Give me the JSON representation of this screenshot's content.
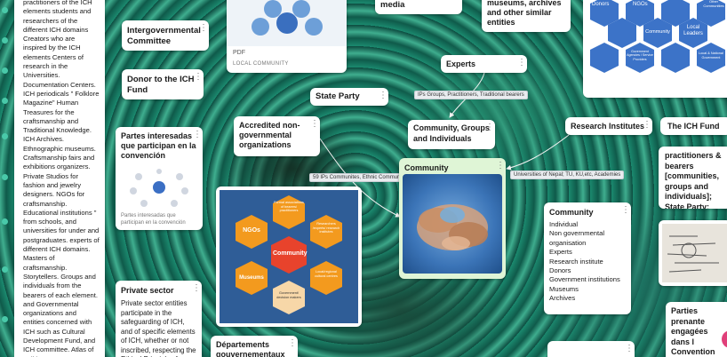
{
  "left_column": {
    "text": "practitioners of the ICH elements students and researchers of the different ICH domains Creators who are inspired by the ICH elements Centers of research in the Universities. Documentation Centers. ICH periodicals \" Folklore Magazine\" Human Treasures for the craftsmanship and Traditional Knowledge. ICH Archives. Ethnographic museums. Craftsmanship fairs and exhibitions organizers. Private Studios for fashion and jewelry designers. NGOs for craftsmanship. Educational institutions \" from schools, and universities for under and postgraduates. experts of different ICH domains. Masters of craftsmanship. Storytellers. Groups and individuals from the bearers of each element. and Governmental organizations and entities concerned with ICH such as Cultural Development Fund, and ICH committee. Atlas of Folklore ...etc."
  },
  "cards": {
    "intergov": {
      "title": "Intergovernmental Committee"
    },
    "donor": {
      "title": "Donor to the ICH Fund"
    },
    "partes": {
      "title": "Partes interesadas que participan en la convención",
      "caption": "Partes interesadas que participan en la convención"
    },
    "private": {
      "title": "Private sector",
      "body": "Private sector entities participate in the safeguarding of ICH, and of specific elements of ICH, whether or not inscribed, respecting the Ethical Principles for"
    },
    "local_community": {
      "pdf_label": "PDF",
      "caption": "LOCAL COMMUNITY"
    },
    "state_party": {
      "title": "State Party"
    },
    "accredited": {
      "title": "Accredited non-governmental organizations"
    },
    "departements": {
      "title": "Départements gouvernementaux"
    },
    "media": {
      "title": "media"
    },
    "museums": {
      "title": "museums, archives and other similar entities"
    },
    "experts": {
      "title": "Experts"
    },
    "cgi": {
      "title": "Community, Groups and Individuals"
    },
    "community_img": {
      "title": "Community"
    },
    "research": {
      "title": "Research Institutes"
    },
    "ich_fund": {
      "title": "The ICH Fund"
    },
    "practitioners": {
      "title": "practitioners & bearers [communities, groups and individuals]; State Party; UNES"
    },
    "community_list": {
      "title": "Community",
      "items": [
        "Individual",
        "Non governmental organisation",
        "Experts",
        "Research institute",
        "Donors",
        "Government institutions",
        "Museums",
        "Archives"
      ]
    },
    "parties_prenantes": {
      "title": "Parties prenante engagées dans l Convention"
    }
  },
  "connection_labels": {
    "experts_to_cgi": "IPs Groups, Practitioners, Traditional bearers",
    "accredited_to_community": "59 IPs Communites, Ethnic Communi",
    "research_to_community": "Universities of Nepal; TU, KU,etc, Academies"
  },
  "hex_diagram": {
    "center": "Community",
    "cells": [
      "NGOs",
      "Formal associations of bearers/ practitioners",
      "Researchers /experts/ research institutes",
      "Local/regional cultural centres",
      "Government/ decision makers",
      "Museums"
    ]
  },
  "top_right_diagram": {
    "nodes": [
      "Donors",
      "NGOs",
      "Other Communities",
      "Community",
      "Local Leaders",
      "Government Agencies / Service Providers",
      "Local & National Government"
    ]
  },
  "colors": {
    "accent_green": "#dff5d6",
    "hex_orange": "#f39a1e",
    "hex_center": "#e8432c",
    "hex_blue": "#3c73c8",
    "diagram_bg": "#2f5d97"
  }
}
